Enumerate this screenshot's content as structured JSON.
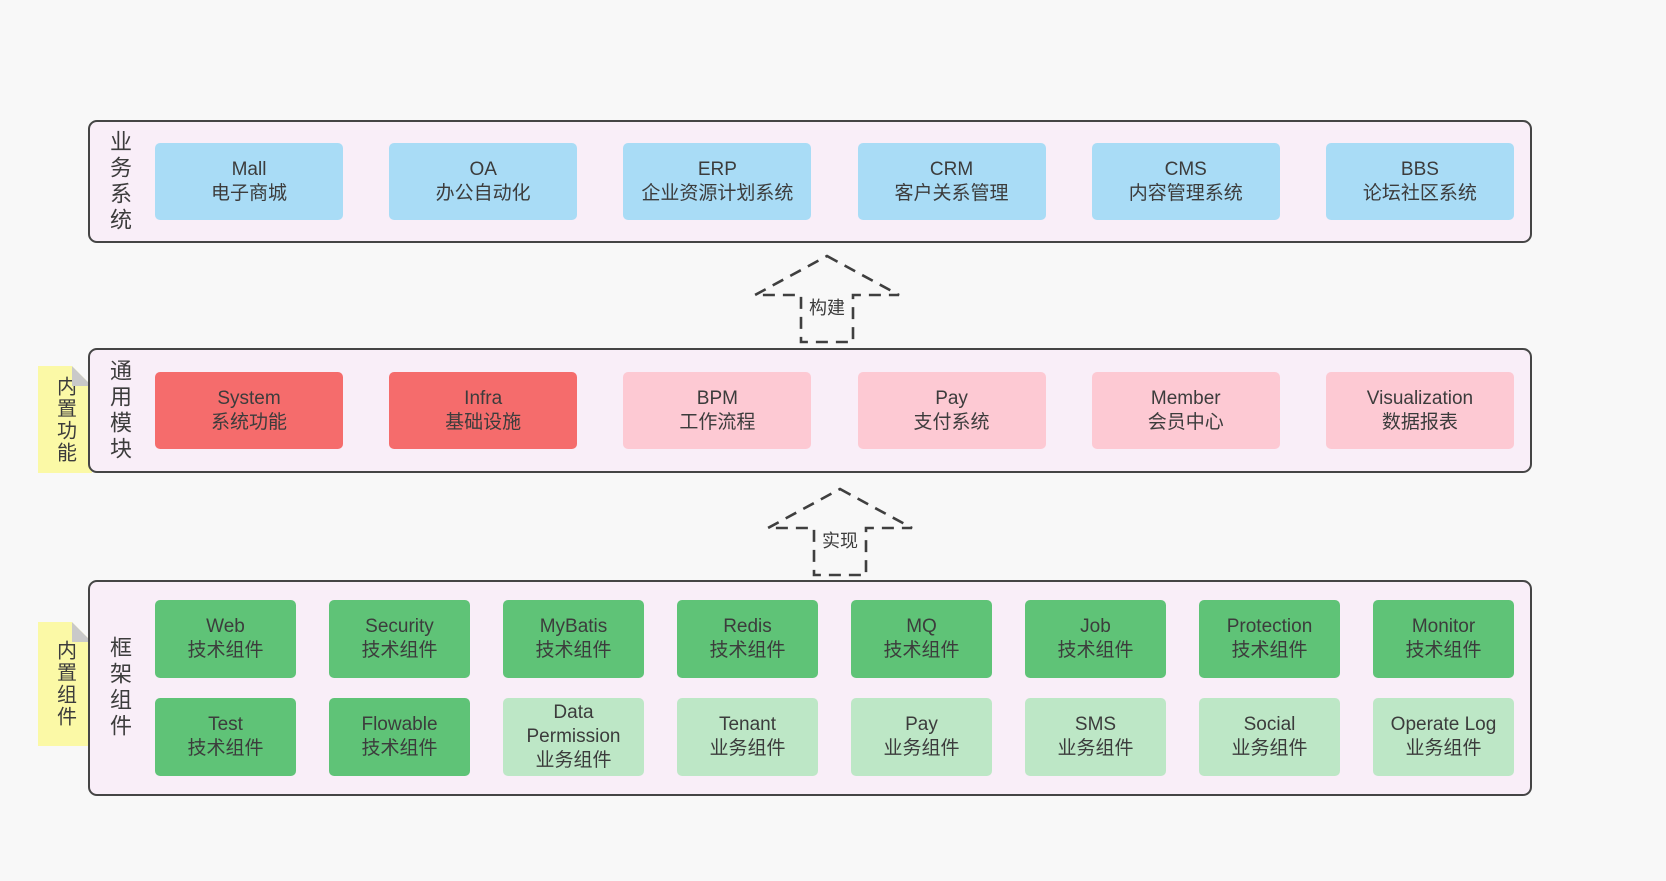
{
  "diagram": {
    "colors": {
      "page_bg": "#f8f8f8",
      "band_bg": "#f9eef8",
      "border": "#454545",
      "sticky_bg": "#fbf9a6",
      "blue": "#a9dcf6",
      "red": "#f56c6c",
      "pink": "#fdc9d3",
      "green": "#5fc377",
      "lightgreen": "#bde7c6"
    },
    "arrows": [
      {
        "label": "构建"
      },
      {
        "label": "实现"
      }
    ],
    "bands": [
      {
        "label": "业务系统",
        "sticky": null,
        "rows": [
          [
            {
              "name": "Mall",
              "desc": "电子商城",
              "type": "blue"
            },
            {
              "name": "OA",
              "desc": "办公自动化",
              "type": "blue"
            },
            {
              "name": "ERP",
              "desc": "企业资源计划系统",
              "type": "blue"
            },
            {
              "name": "CRM",
              "desc": "客户关系管理",
              "type": "blue"
            },
            {
              "name": "CMS",
              "desc": "内容管理系统",
              "type": "blue"
            },
            {
              "name": "BBS",
              "desc": "论坛社区系统",
              "type": "blue"
            }
          ]
        ]
      },
      {
        "label": "通用模块",
        "sticky": "内置功能",
        "rows": [
          [
            {
              "name": "System",
              "desc": "系统功能",
              "type": "red"
            },
            {
              "name": "Infra",
              "desc": "基础设施",
              "type": "red"
            },
            {
              "name": "BPM",
              "desc": "工作流程",
              "type": "pink"
            },
            {
              "name": "Pay",
              "desc": "支付系统",
              "type": "pink"
            },
            {
              "name": "Member",
              "desc": "会员中心",
              "type": "pink"
            },
            {
              "name": "Visualization",
              "desc": "数据报表",
              "type": "pink"
            }
          ]
        ]
      },
      {
        "label": "框架组件",
        "sticky": "内置组件",
        "rows": [
          [
            {
              "name": "Web",
              "desc": "技术组件",
              "type": "green"
            },
            {
              "name": "Security",
              "desc": "技术组件",
              "type": "green"
            },
            {
              "name": "MyBatis",
              "desc": "技术组件",
              "type": "green"
            },
            {
              "name": "Redis",
              "desc": "技术组件",
              "type": "green"
            },
            {
              "name": "MQ",
              "desc": "技术组件",
              "type": "green"
            },
            {
              "name": "Job",
              "desc": "技术组件",
              "type": "green"
            },
            {
              "name": "Protection",
              "desc": "技术组件",
              "type": "green"
            },
            {
              "name": "Monitor",
              "desc": "技术组件",
              "type": "green"
            }
          ],
          [
            {
              "name": "Test",
              "desc": "技术组件",
              "type": "green"
            },
            {
              "name": "Flowable",
              "desc": "技术组件",
              "type": "green"
            },
            {
              "name": "Data Permission",
              "desc": "业务组件",
              "type": "lightgreen"
            },
            {
              "name": "Tenant",
              "desc": "业务组件",
              "type": "lightgreen"
            },
            {
              "name": "Pay",
              "desc": "业务组件",
              "type": "lightgreen"
            },
            {
              "name": "SMS",
              "desc": "业务组件",
              "type": "lightgreen"
            },
            {
              "name": "Social",
              "desc": "业务组件",
              "type": "lightgreen"
            },
            {
              "name": "Operate Log",
              "desc": "业务组件",
              "type": "lightgreen"
            }
          ]
        ]
      }
    ]
  }
}
